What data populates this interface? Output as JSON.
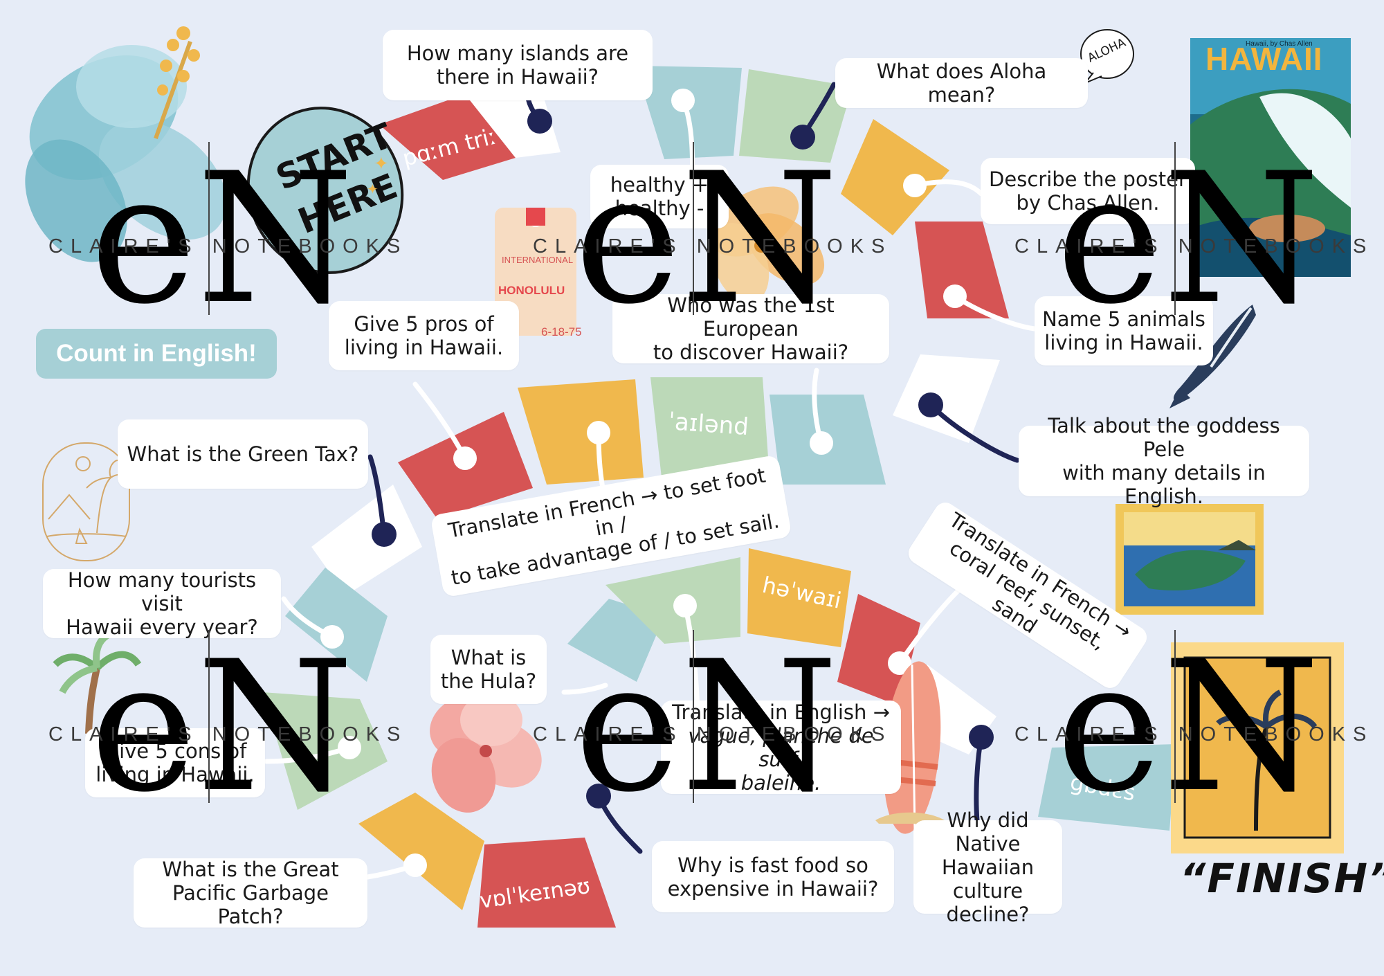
{
  "start_label": [
    "START",
    "HERE"
  ],
  "finish_label": "“FINISH”",
  "count_badge": "Count in English!",
  "watermark": {
    "logo": "eN",
    "text": "CLAIRE'S NOTEBOOKS"
  },
  "tiles": {
    "palm_tree_ipa": "pɑːm triː",
    "island_ipa": "ˈaɪlənd",
    "hawaii_ipa": "həˈwaɪi",
    "volcano_ipa": "vɒlˈkeɪnəʊ",
    "goddess_ipa": "ɡɒdɛs"
  },
  "questions": {
    "islands": [
      "How many islands are",
      "there in Hawaii?"
    ],
    "aloha": "What does Aloha mean?",
    "healthy": [
      "healthy +",
      "healthy -"
    ],
    "poster": [
      "Describe the poster",
      "by Chas Allen."
    ],
    "european": [
      "Who was the 1st European",
      "to discover Hawaii?"
    ],
    "pros": [
      "Give 5 pros of",
      "living in Hawaii."
    ],
    "animals": [
      "Name 5 animals",
      "living in Hawaii."
    ],
    "green_tax": "What is the Green Tax?",
    "pele": [
      "Talk about the goddess Pele",
      "with many details in English."
    ],
    "translate_fr1": [
      "Translate in French → to set foot in /",
      "to take advantage of / to set sail."
    ],
    "translate_fr2": [
      "Translate in French →",
      "coral reef, sunset, sand"
    ],
    "tourists": [
      "How many tourists visit",
      "Hawaii every year?"
    ],
    "hula": [
      "What is",
      "the Hula?"
    ],
    "translate_en": [
      "Translate in English →",
      "vague, planche de surf,",
      "baleine."
    ],
    "cons": [
      "Give 5 cons of",
      "living in Hawaii."
    ],
    "fast_food": [
      "Why is fast food so",
      "expensive in Hawaii?"
    ],
    "native": [
      "Why did Native",
      "Hawaiian",
      "culture decline?"
    ],
    "garbage": [
      "What is the Great",
      "Pacific Garbage Patch?"
    ]
  },
  "tag": {
    "line1": "INTERNATIONAL",
    "city": "HONOLULU",
    "date": "6-18-75"
  },
  "poster": {
    "title": "HAWAII",
    "credit": "Hawaii, by Chas Allen"
  },
  "aloha_bubble": "ALOHA",
  "colors": {
    "background": "#e6ecf7",
    "red": "#d65454",
    "teal": "#a6d0d6",
    "green": "#bcd9b8",
    "yellow": "#f0b84d",
    "white": "#ffffff",
    "navy": "#1f2456"
  }
}
